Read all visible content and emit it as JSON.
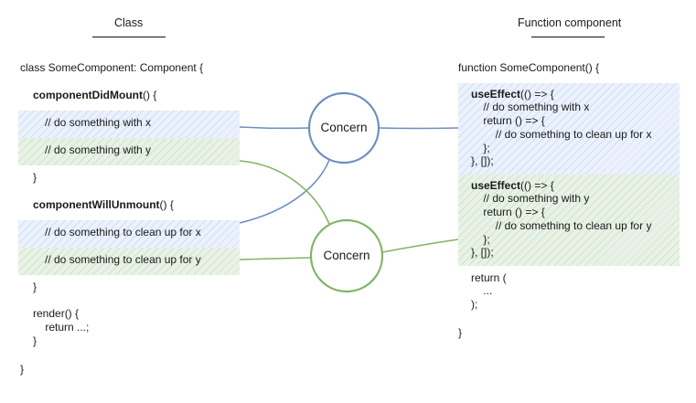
{
  "headings": {
    "class": "Class",
    "function": "Function component"
  },
  "class_code": {
    "decl": "class SomeComponent: Component {",
    "did_mount": "componentDidMount",
    "did_mount_rest": "() {",
    "x_comment": "// do something with x",
    "y_comment": "// do something with y",
    "close1": "}",
    "will_unmount": "componentWillUnmount",
    "will_unmount_rest": "() {",
    "x_cleanup": "// do something to clean up for x",
    "y_cleanup": "// do something to clean up for y",
    "close2": "}",
    "render": "render() {",
    "render_return": "    return ...;",
    "render_close": "}",
    "close_class": "}"
  },
  "function_code": {
    "decl": "function SomeComponent() {",
    "effect_x_kw": "useEffect",
    "effect_x_rest": "(() => {",
    "effect_x_line1": "    // do something with x",
    "effect_x_line2": "    return () => {",
    "effect_x_line3": "        // do something to clean up for x",
    "effect_x_line4": "    };",
    "effect_x_line5": "}, []);",
    "effect_y_kw": "useEffect",
    "effect_y_rest": "(() => {",
    "effect_y_line1": "    // do something with y",
    "effect_y_line2": "    return () => {",
    "effect_y_line3": "        // do something to clean up for y",
    "effect_y_line4": "    };",
    "effect_y_line5": "}, []);",
    "return_open": "return (",
    "return_body": "    ...",
    "return_close": ");",
    "close_fn": "}"
  },
  "concerns": {
    "x_label": "Concern",
    "y_label": "Concern"
  },
  "colors": {
    "blue_stroke": "#6c8ebf",
    "green_stroke": "#82b366",
    "blue_fill": "#dae8fc",
    "green_fill": "#d5e8d4"
  }
}
